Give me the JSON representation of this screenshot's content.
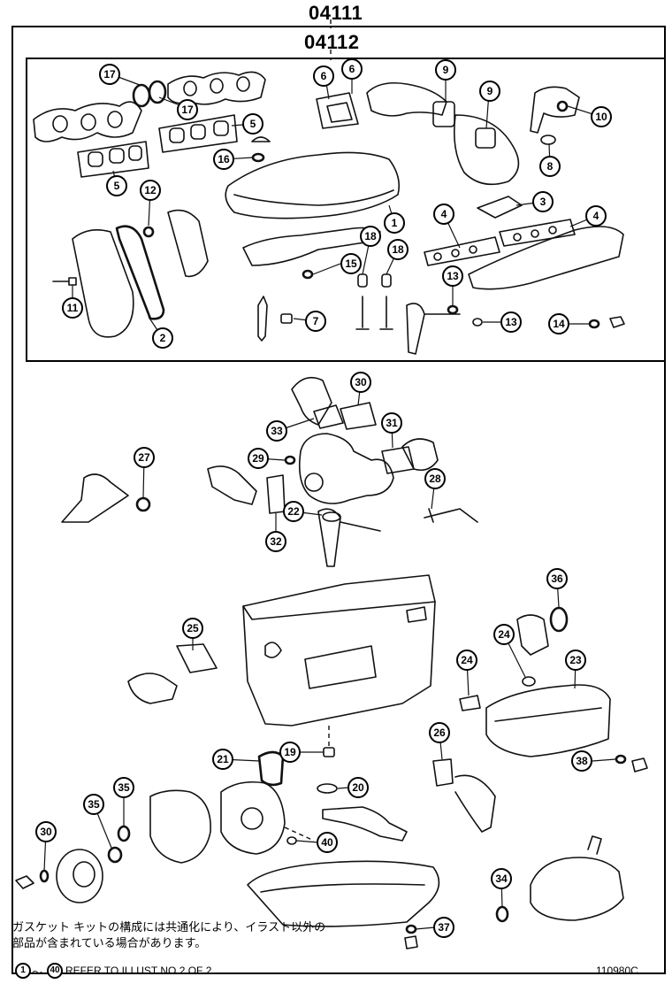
{
  "header": {
    "outer_code": "04111",
    "inner_code": "04112"
  },
  "callouts": [
    {
      "id": "c17a",
      "n": "17"
    },
    {
      "id": "c17b",
      "n": "17"
    },
    {
      "id": "c6a",
      "n": "6"
    },
    {
      "id": "c6b",
      "n": "6"
    },
    {
      "id": "c9a",
      "n": "9"
    },
    {
      "id": "c9b",
      "n": "9"
    },
    {
      "id": "c10",
      "n": "10"
    },
    {
      "id": "c5a",
      "n": "5"
    },
    {
      "id": "c16",
      "n": "16"
    },
    {
      "id": "c8",
      "n": "8"
    },
    {
      "id": "c5b",
      "n": "5"
    },
    {
      "id": "c12",
      "n": "12"
    },
    {
      "id": "c3",
      "n": "3"
    },
    {
      "id": "c1",
      "n": "1"
    },
    {
      "id": "c4a",
      "n": "4"
    },
    {
      "id": "c4b",
      "n": "4"
    },
    {
      "id": "c18a",
      "n": "18"
    },
    {
      "id": "c18b",
      "n": "18"
    },
    {
      "id": "c15",
      "n": "15"
    },
    {
      "id": "c13a",
      "n": "13"
    },
    {
      "id": "c11",
      "n": "11"
    },
    {
      "id": "c7",
      "n": "7"
    },
    {
      "id": "c13b",
      "n": "13"
    },
    {
      "id": "c14",
      "n": "14"
    },
    {
      "id": "c2",
      "n": "2"
    },
    {
      "id": "c30a",
      "n": "30"
    },
    {
      "id": "c33",
      "n": "33"
    },
    {
      "id": "c31",
      "n": "31"
    },
    {
      "id": "c27",
      "n": "27"
    },
    {
      "id": "c29",
      "n": "29"
    },
    {
      "id": "c28",
      "n": "28"
    },
    {
      "id": "c22",
      "n": "22"
    },
    {
      "id": "c32",
      "n": "32"
    },
    {
      "id": "c36",
      "n": "36"
    },
    {
      "id": "c25",
      "n": "25"
    },
    {
      "id": "c24a",
      "n": "24"
    },
    {
      "id": "c24b",
      "n": "24"
    },
    {
      "id": "c23",
      "n": "23"
    },
    {
      "id": "c21",
      "n": "21"
    },
    {
      "id": "c19",
      "n": "19"
    },
    {
      "id": "c26",
      "n": "26"
    },
    {
      "id": "c38",
      "n": "38"
    },
    {
      "id": "c35a",
      "n": "35"
    },
    {
      "id": "c20",
      "n": "20"
    },
    {
      "id": "c35b",
      "n": "35"
    },
    {
      "id": "c30b",
      "n": "30"
    },
    {
      "id": "c40",
      "n": "40"
    },
    {
      "id": "c34",
      "n": "34"
    },
    {
      "id": "c37",
      "n": "37"
    }
  ],
  "note": {
    "line1": "ガスケット キットの構成には共通化により、イラスト以外の",
    "line2": "部品が含まれている場合があります。"
  },
  "footer": {
    "range_start": "1",
    "range_end": "40",
    "range_sep": "～",
    "refer_text": "REFER TO ILLUST NO.2 OF 2",
    "illust_id": "110980C"
  }
}
